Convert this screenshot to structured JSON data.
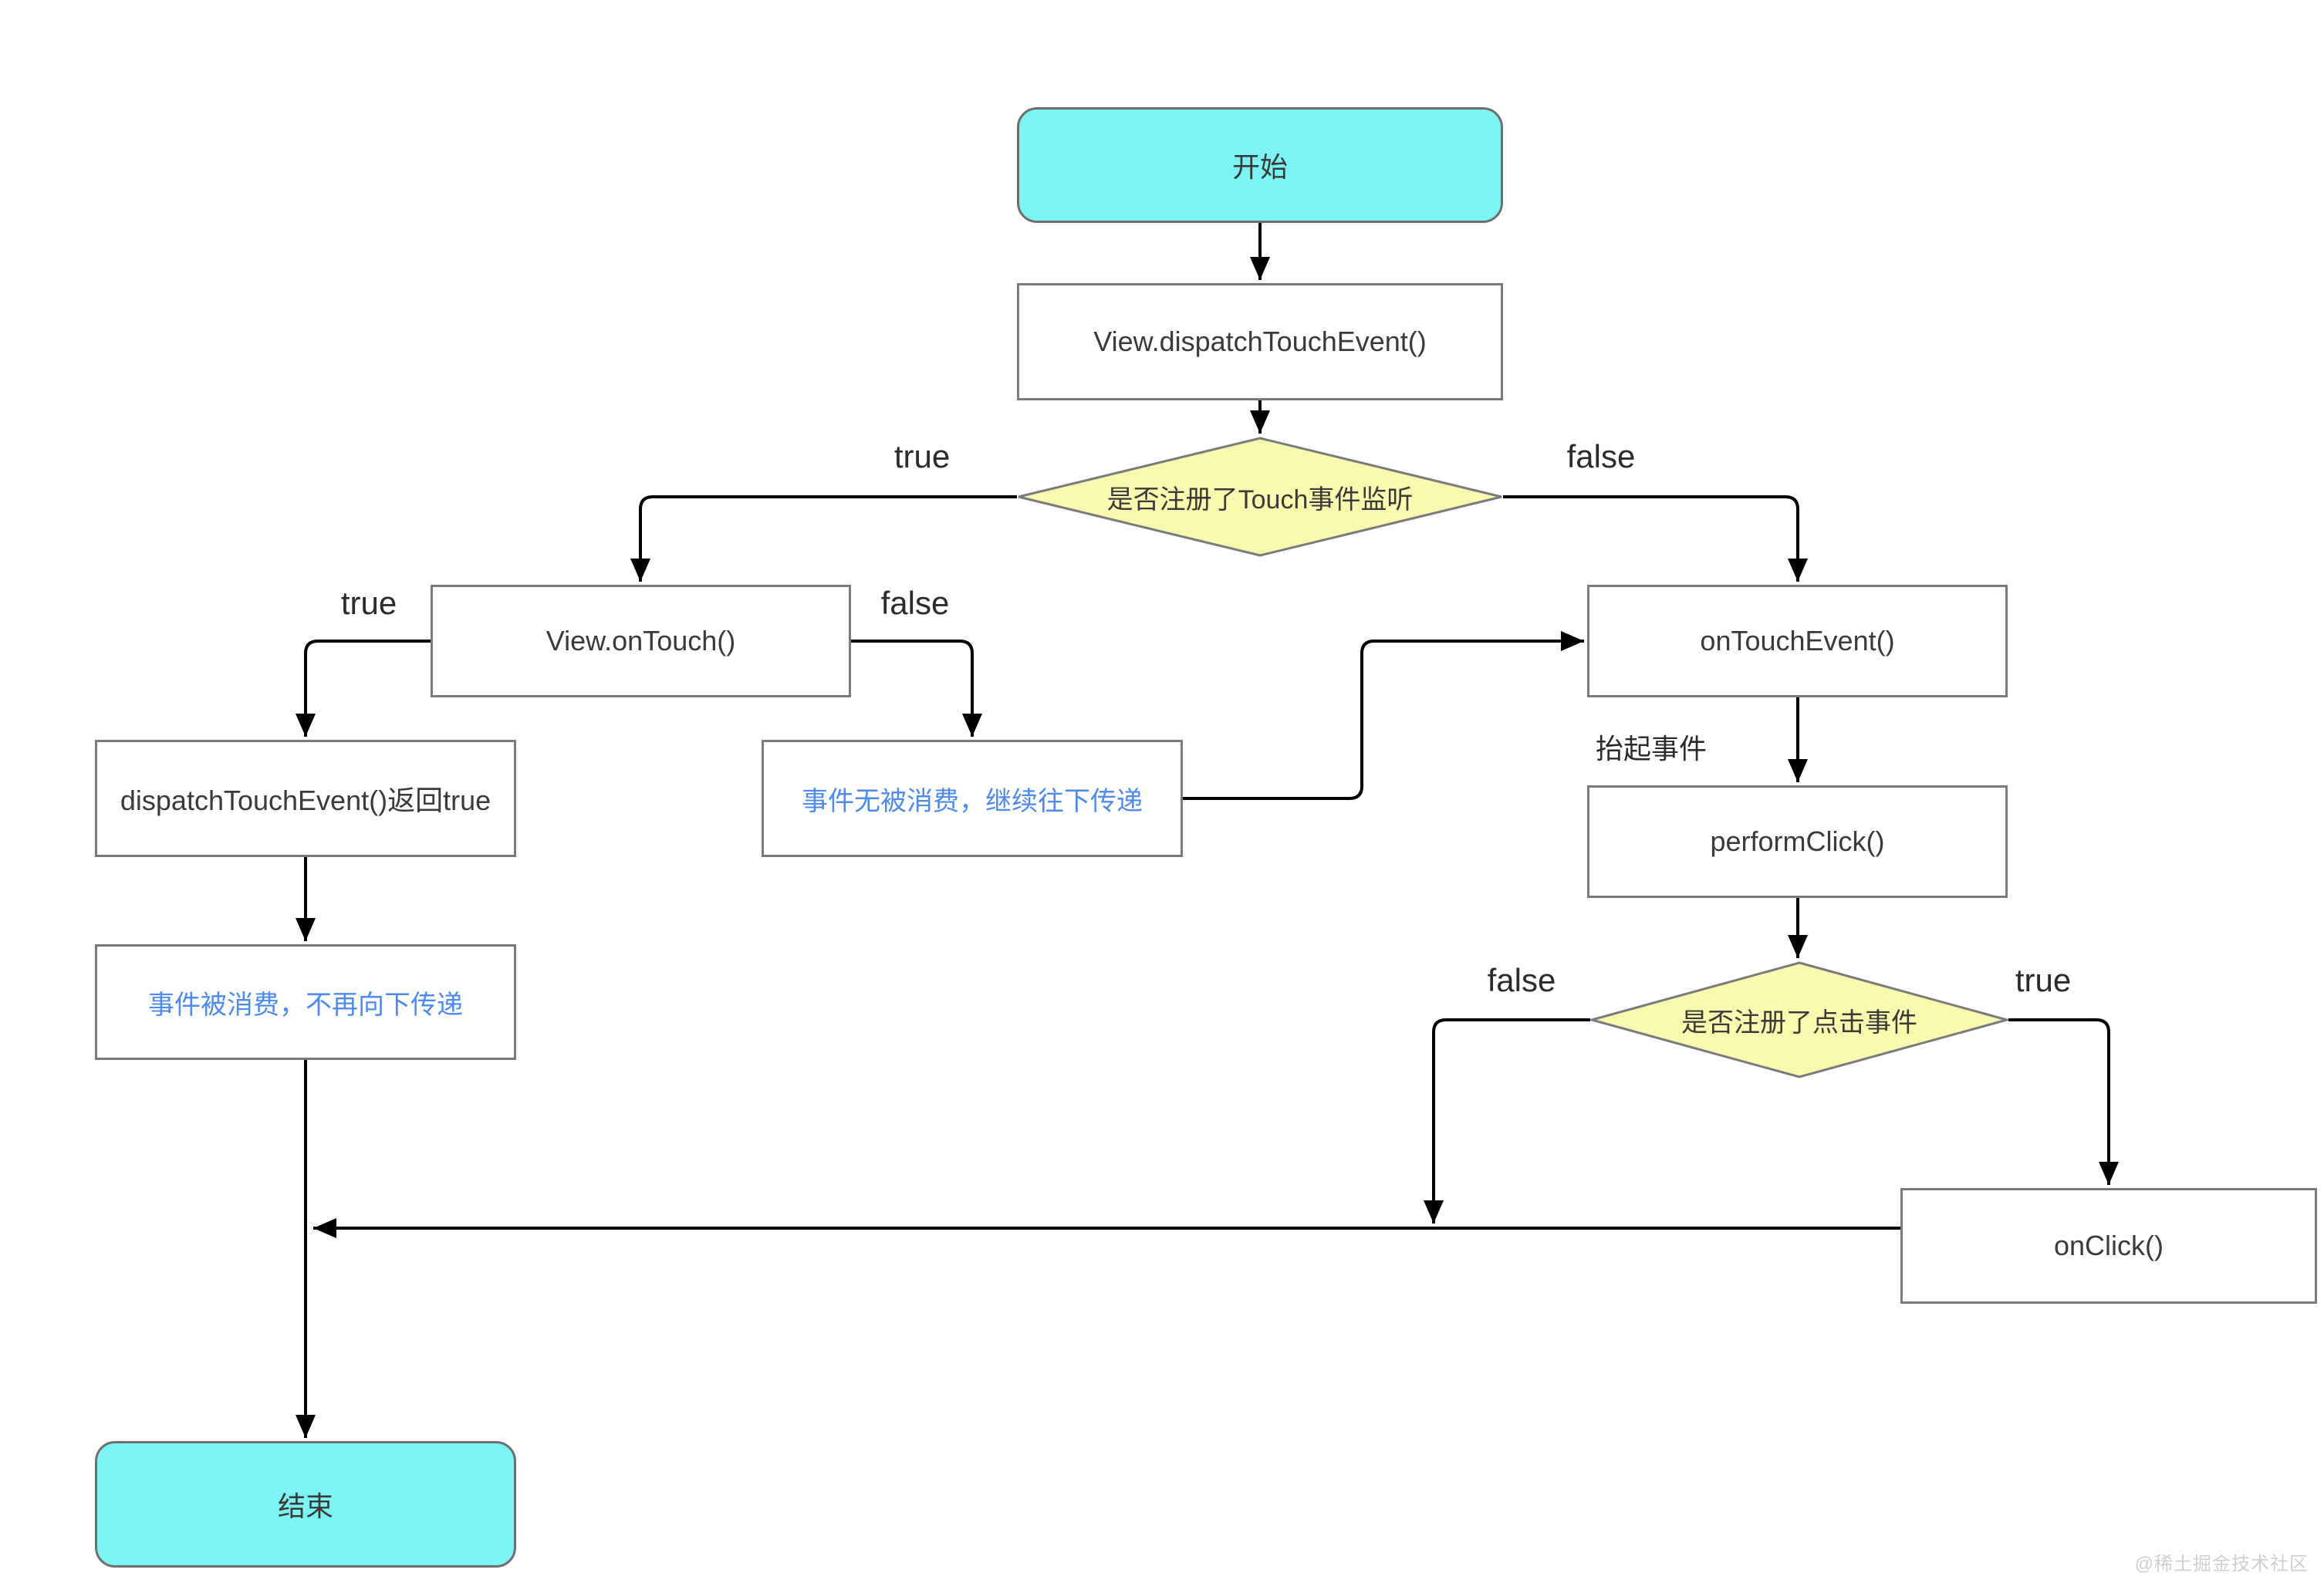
{
  "diagram": {
    "nodes": {
      "start": {
        "label": "开始",
        "type": "terminal"
      },
      "dispatch_touch_event": {
        "label": "View.dispatchTouchEvent()",
        "type": "process"
      },
      "touch_listener_decision": {
        "label": "是否注册了Touch事件监听",
        "type": "decision"
      },
      "view_on_touch": {
        "label": "View.onTouch()",
        "type": "process"
      },
      "on_touch_event": {
        "label": "onTouchEvent()",
        "type": "process"
      },
      "dispatch_return_true": {
        "label": "dispatchTouchEvent()返回true",
        "type": "process"
      },
      "event_not_consumed": {
        "label": "事件无被消费，继续往下传递",
        "type": "note"
      },
      "perform_click": {
        "label": "performClick()",
        "type": "process"
      },
      "click_listener_decision": {
        "label": "是否注册了点击事件",
        "type": "decision"
      },
      "on_click": {
        "label": "onClick()",
        "type": "process"
      },
      "event_consumed": {
        "label": "事件被消费，不再向下传递",
        "type": "note"
      },
      "end": {
        "label": "结束",
        "type": "terminal"
      }
    },
    "edge_labels": {
      "touch_true": "true",
      "touch_false": "false",
      "on_touch_true": "true",
      "on_touch_false": "false",
      "lift_event": "抬起事件",
      "click_false": "false",
      "click_true": "true"
    },
    "colors": {
      "terminal_fill": "#7CF4F6",
      "decision_fill": "#FAFAAE",
      "process_fill": "#FFFFFF",
      "shape_border": "#7A7A7A",
      "connector": "#000000",
      "label_text": "#3A3A3A",
      "note_text": "#4E8BF0",
      "watermark_text": "#CFCFCF"
    },
    "watermark": "@稀土掘金技术社区"
  }
}
